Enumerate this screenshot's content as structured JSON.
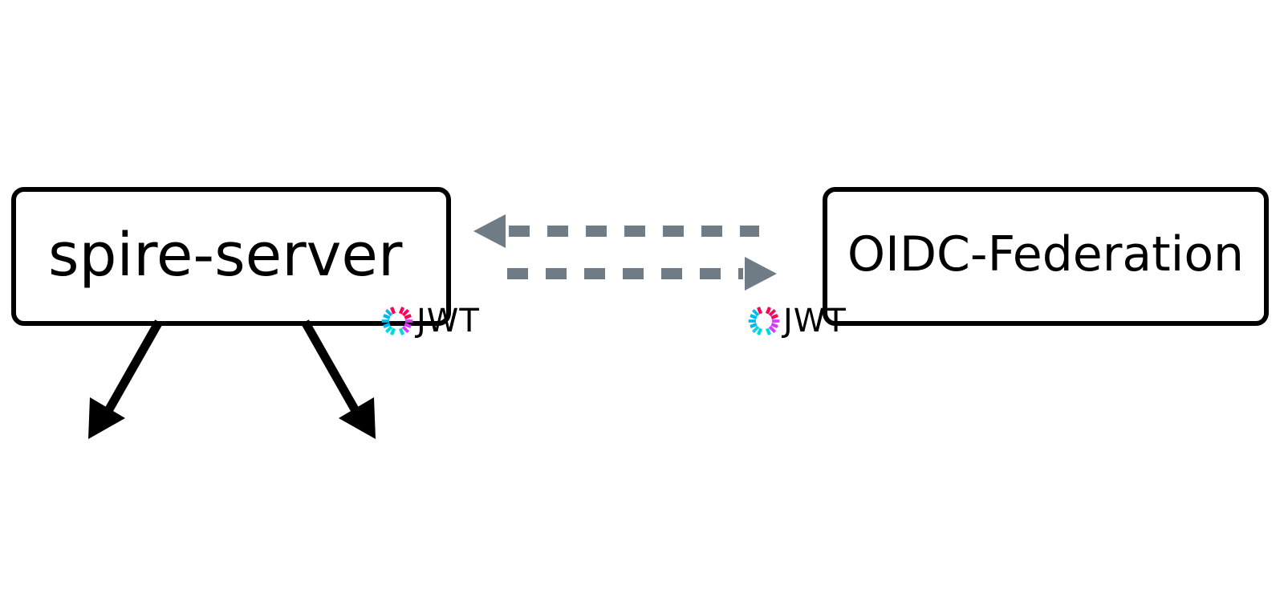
{
  "diagram": {
    "type": "architecture-flow",
    "background_color": "#ffffff",
    "nodes": [
      {
        "id": "spire-server",
        "label": "spire-server",
        "shape": "rounded-rectangle",
        "border_color": "#000000",
        "text_color": "#000000",
        "badge": "JWT"
      },
      {
        "id": "oidc-federation",
        "label": "OIDC-Federation",
        "shape": "rounded-rectangle",
        "border_color": "#000000",
        "text_color": "#000000",
        "badge": "JWT"
      }
    ],
    "edges": [
      {
        "id": "oidc-to-spire",
        "from": "oidc-federation",
        "to": "spire-server",
        "style": "dashed",
        "color": "#6F7C85",
        "direction": "left",
        "label": ""
      },
      {
        "id": "spire-to-oidc",
        "from": "spire-server",
        "to": "oidc-federation",
        "style": "dashed",
        "color": "#6F7C85",
        "direction": "right",
        "label": ""
      },
      {
        "id": "spire-downstream-left",
        "from": "spire-server",
        "to": "",
        "style": "solid",
        "color": "#000000",
        "direction": "down-left",
        "label": ""
      },
      {
        "id": "spire-downstream-right",
        "from": "spire-server",
        "to": "",
        "style": "solid",
        "color": "#000000",
        "direction": "down-right",
        "label": ""
      }
    ],
    "badges": {
      "jwt": {
        "text": "JWT",
        "icon": "jwt-pinwheel-icon",
        "colors": {
          "cyan": "#00D8E0",
          "blue": "#00B9F1",
          "magenta": "#D63AFF",
          "crimson": "#FB015B",
          "white": "#FFFFFF"
        }
      }
    }
  }
}
